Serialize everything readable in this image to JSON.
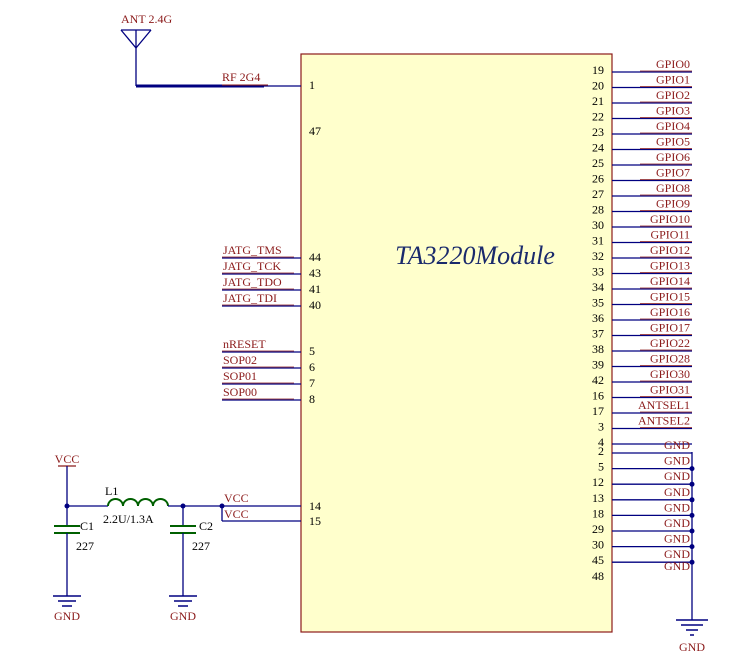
{
  "module": {
    "title": "TA3220Module",
    "fill_color": "#ffffcc",
    "border_color": "#8b1a1a"
  },
  "colors": {
    "wire": "#000080",
    "net_label": "#8b1a1a",
    "component": "#006000",
    "power": "#8b1a1a"
  },
  "antenna": {
    "label": "ANT 2.4G",
    "net": "RF 2G4",
    "pin": "1"
  },
  "nc_left_pin": "47",
  "left_pins": [
    {
      "net": "JATG_TMS",
      "pin": "44"
    },
    {
      "net": "JATG_TCK",
      "pin": "43"
    },
    {
      "net": "JATG_TDO",
      "pin": "41"
    },
    {
      "net": "JATG_TDI",
      "pin": "40"
    },
    {
      "net": "nRESET",
      "pin": "5"
    },
    {
      "net": "SOP02",
      "pin": "6"
    },
    {
      "net": "SOP01",
      "pin": "7"
    },
    {
      "net": "SOP00",
      "pin": "8"
    }
  ],
  "right_pins": [
    {
      "net": "GPIO0",
      "pin": "19"
    },
    {
      "net": "GPIO1",
      "pin": "20"
    },
    {
      "net": "GPIO2",
      "pin": "21"
    },
    {
      "net": "GPIO3",
      "pin": "22"
    },
    {
      "net": "GPIO4",
      "pin": "23"
    },
    {
      "net": "GPIO5",
      "pin": "24"
    },
    {
      "net": "GPIO6",
      "pin": "25"
    },
    {
      "net": "GPIO7",
      "pin": "26"
    },
    {
      "net": "GPIO8",
      "pin": "27"
    },
    {
      "net": "GPIO9",
      "pin": "28"
    },
    {
      "net": "GPIO10",
      "pin": "30"
    },
    {
      "net": "GPIO11",
      "pin": "31"
    },
    {
      "net": "GPIO12",
      "pin": "32"
    },
    {
      "net": "GPIO13",
      "pin": "33"
    },
    {
      "net": "GPIO14",
      "pin": "34"
    },
    {
      "net": "GPIO15",
      "pin": "35"
    },
    {
      "net": "GPIO16",
      "pin": "36"
    },
    {
      "net": "GPIO17",
      "pin": "37"
    },
    {
      "net": "GPIO22",
      "pin": "38"
    },
    {
      "net": "GPIO28",
      "pin": "39"
    },
    {
      "net": "GPIO30",
      "pin": "42"
    },
    {
      "net": "GPIO31",
      "pin": "16"
    },
    {
      "net": "ANTSEL1",
      "pin": "17"
    },
    {
      "net": "ANTSEL2",
      "pin": "3"
    },
    {
      "net": "",
      "pin": "4"
    }
  ],
  "gnd_pins": [
    {
      "net": "GND",
      "pin": "2"
    },
    {
      "net": "GND",
      "pin": "5"
    },
    {
      "net": "GND",
      "pin": "12"
    },
    {
      "net": "GND",
      "pin": "13"
    },
    {
      "net": "GND",
      "pin": "18"
    },
    {
      "net": "GND",
      "pin": "29"
    },
    {
      "net": "GND",
      "pin": "30"
    },
    {
      "net": "GND",
      "pin": "45"
    },
    {
      "net": "GND",
      "pin": "48"
    }
  ],
  "gnd_label": "GND",
  "power": {
    "vcc_label": "VCC",
    "vcc_pins": [
      {
        "net": "VCC",
        "pin": "14"
      },
      {
        "net": "VCC",
        "pin": "15"
      }
    ],
    "inductor": {
      "ref": "L1",
      "value": "2.2U/1.3A"
    },
    "c1": {
      "ref": "C1",
      "value": "227"
    },
    "c2": {
      "ref": "C2",
      "value": "227"
    },
    "gnd_label": "GND"
  }
}
